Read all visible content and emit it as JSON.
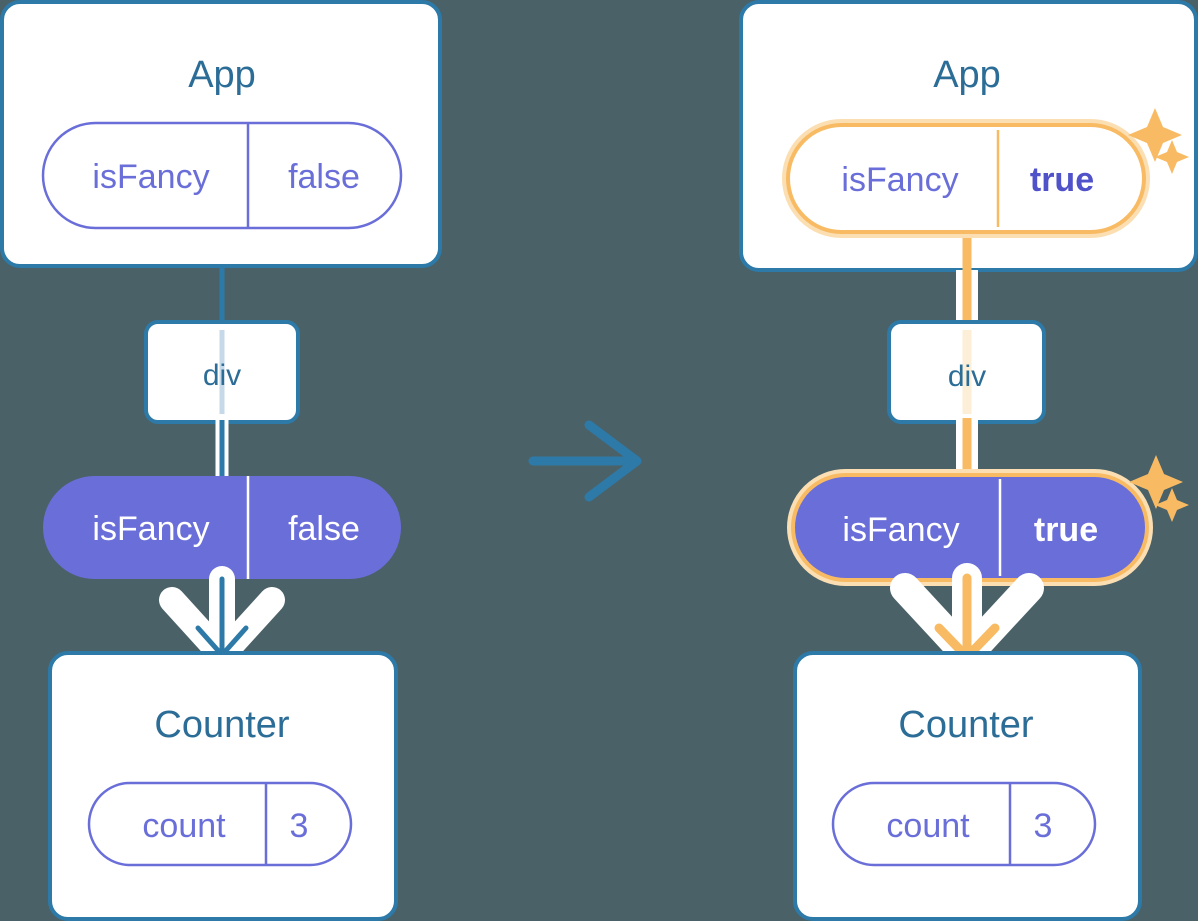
{
  "meta": {
    "title": "React state propagation diagram: isFancy false to true",
    "background_color": "#4a6168",
    "blue": "#2d7aa8",
    "purple": "#6a6ed8",
    "orange": "#f8bb64",
    "orange_pale": "#fbdfb3",
    "white": "#ffffff"
  },
  "transition_arrow": {
    "name": "right-arrow",
    "direction": "right",
    "color": "#2d7aa8"
  },
  "panels": [
    {
      "id": "before",
      "app": {
        "title": "App",
        "state_pill": {
          "key": "isFancy",
          "value": "false",
          "style": "outline",
          "highlighted": false,
          "value_bold": false
        }
      },
      "div_node": {
        "label": "div"
      },
      "prop_pill": {
        "key": "isFancy",
        "value": "false",
        "style": "filled",
        "highlighted": false,
        "value_bold": false
      },
      "counter": {
        "title": "Counter",
        "state_pill": {
          "key": "count",
          "value": "3",
          "style": "outline",
          "highlighted": false,
          "value_bold": false
        }
      },
      "connector_color": "#2d7aa8",
      "connector_faint_color": "#c6d9e8"
    },
    {
      "id": "after",
      "app": {
        "title": "App",
        "state_pill": {
          "key": "isFancy",
          "value": "true",
          "style": "outline",
          "highlighted": true,
          "value_bold": true
        }
      },
      "div_node": {
        "label": "div"
      },
      "prop_pill": {
        "key": "isFancy",
        "value": "true",
        "style": "filled",
        "highlighted": true,
        "value_bold": true
      },
      "counter": {
        "title": "Counter",
        "state_pill": {
          "key": "count",
          "value": "3",
          "style": "outline",
          "highlighted": false,
          "value_bold": false
        }
      },
      "connector_color": "#f8bb64",
      "connector_faint_color": "#fceed7",
      "sparkles": [
        {
          "name": "sparkle-large-top",
          "size": "large"
        },
        {
          "name": "sparkle-small-top",
          "size": "small"
        },
        {
          "name": "sparkle-large-mid",
          "size": "large"
        },
        {
          "name": "sparkle-small-mid",
          "size": "small"
        }
      ]
    }
  ]
}
